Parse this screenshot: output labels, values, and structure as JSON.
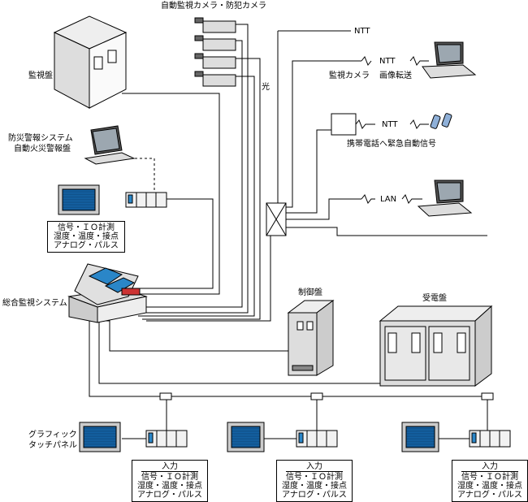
{
  "labels": {
    "cameras": "自動監視カメラ・防犯カメラ",
    "monitor_panel": "監視盤",
    "disaster_line1": "防災警報システム",
    "disaster_line2": "自動火災警報盤",
    "optical": "光",
    "ntt_top": "NTT",
    "ntt_camera": "NTT",
    "camera_transfer_left": "監視カメラ",
    "camera_transfer_right": "画像転送",
    "ntt_phone": "NTT",
    "phone_signal": "携帯電話へ緊急自動信号",
    "lan": "LAN",
    "integrated_system": "総合監視システム",
    "control_panel": "制御盤",
    "power_panel": "受電盤",
    "graphic_touch_line1": "グラフィック",
    "graphic_touch_line2": "タッチパネル"
  },
  "io_box": {
    "line1": "信号・ＩＯ計測",
    "line2": "湿度・温度・接点",
    "line3": "アナログ・パルス"
  },
  "input_boxes": [
    {
      "title": "入力",
      "line1": "信号・ＩＯ計測",
      "line2": "湿度・温度・接点",
      "line3": "アナログ・パルス"
    },
    {
      "title": "入力",
      "line1": "信号・ＩＯ計測",
      "line2": "湿度・温度・接点",
      "line3": "アナログ・パルス"
    },
    {
      "title": "入力",
      "line1": "信号・ＩＯ計測",
      "line2": "湿度・温度・接点",
      "line3": "アナログ・パルス"
    }
  ],
  "colors": {
    "screen_blue": "#1565a8",
    "equipment_gray": "#d9d9d9",
    "line": "#000000",
    "console_blue": "#2a86c8"
  }
}
